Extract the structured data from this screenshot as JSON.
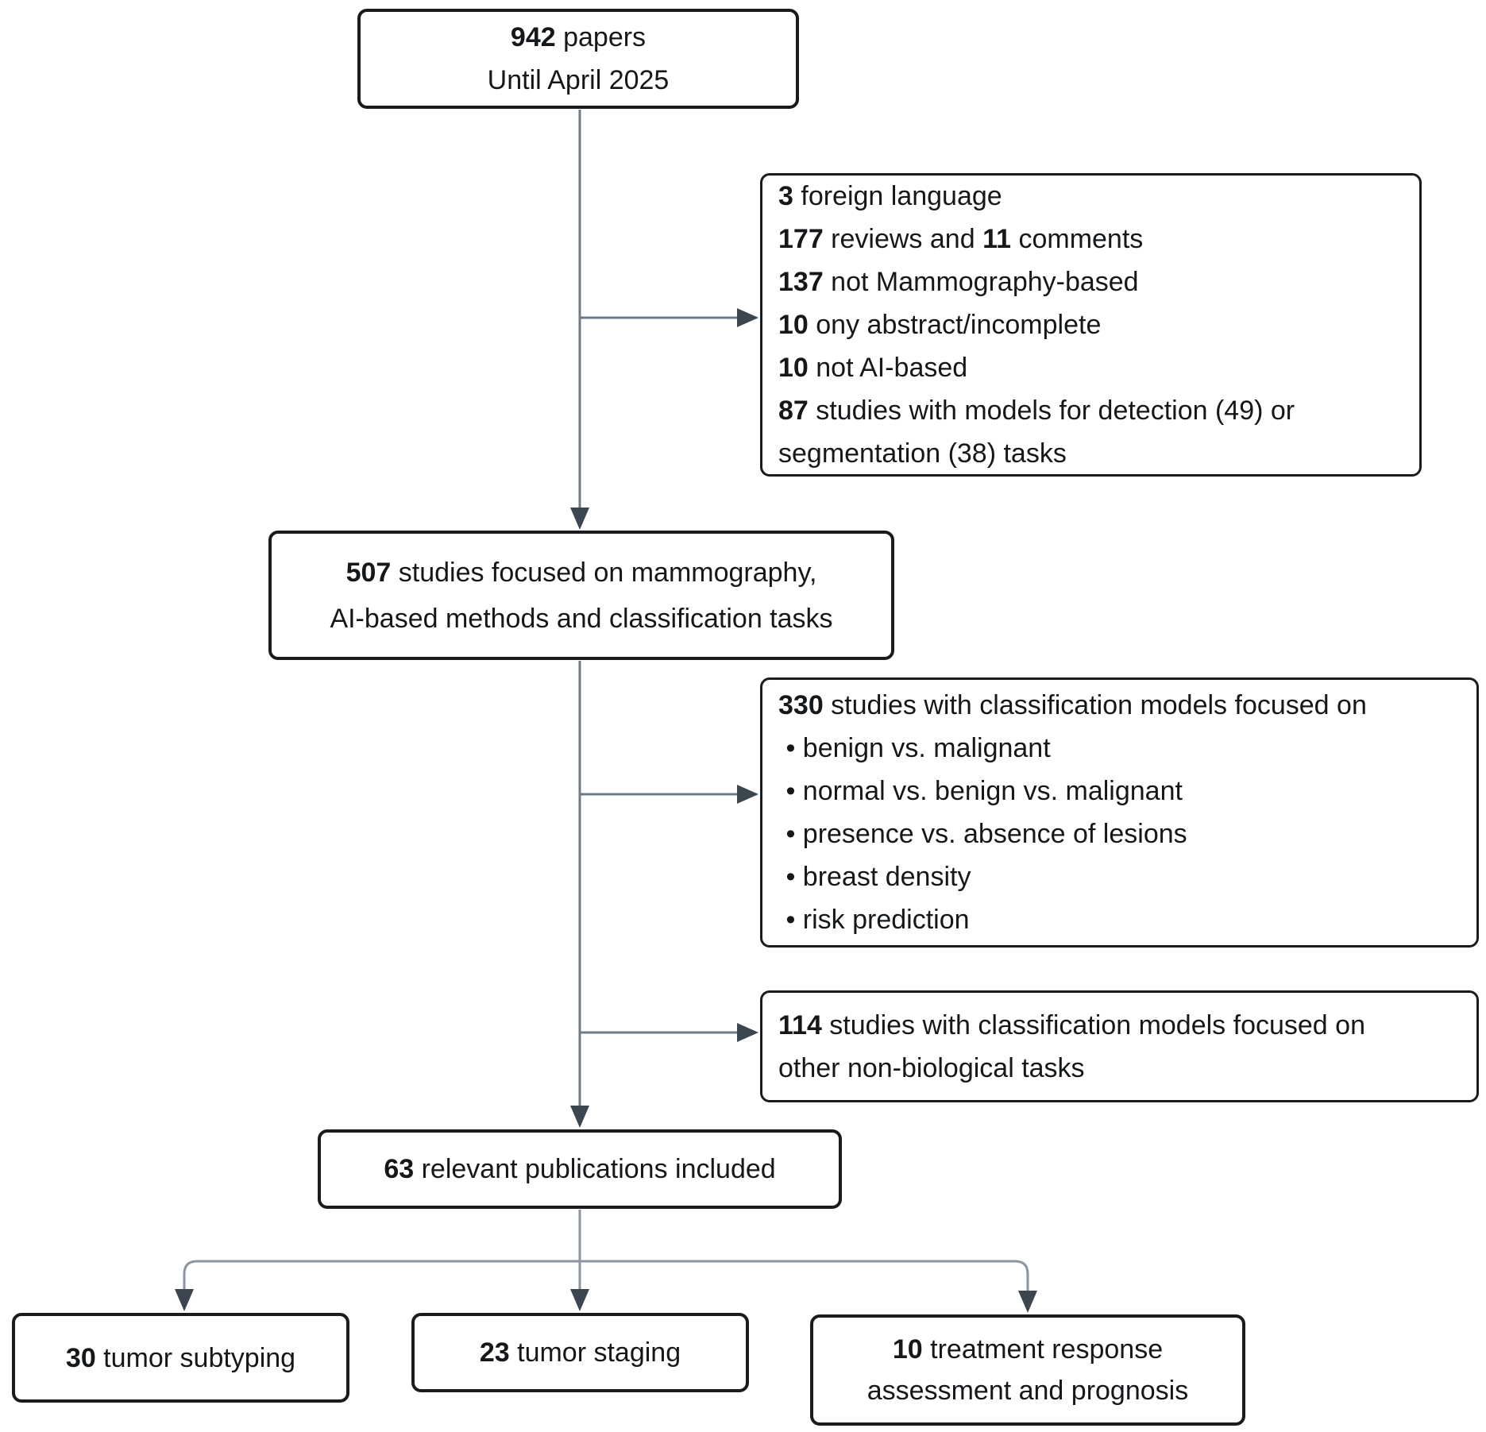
{
  "colors": {
    "box_border": "#191b1e",
    "text": "#15181b",
    "connector_line": "#6f7b87",
    "arrowhead": "#3b4650",
    "background": "#ffffff"
  },
  "boxes": {
    "papers": {
      "lines": [
        [
          {
            "b": "942"
          },
          {
            "t": " papers"
          }
        ],
        [
          {
            "t": "Until April 2025"
          }
        ]
      ]
    },
    "excluded": {
      "lines": [
        [
          {
            "b": "3"
          },
          {
            "t": " foreign language"
          }
        ],
        [
          {
            "b": "177"
          },
          {
            "t": " reviews and "
          },
          {
            "b": "11"
          },
          {
            "t": " comments"
          }
        ],
        [
          {
            "b": "137"
          },
          {
            "t": " not Mammography-based"
          }
        ],
        [
          {
            "b": "10"
          },
          {
            "t": " ony abstract/incomplete"
          }
        ],
        [
          {
            "b": "10"
          },
          {
            "t": " not AI-based"
          }
        ],
        [
          {
            "b": "87"
          },
          {
            "t": " studies with models for detection (49) or"
          }
        ],
        [
          {
            "t": "segmentation (38) tasks"
          }
        ]
      ]
    },
    "mammo": {
      "lines": [
        [
          {
            "b": "507"
          },
          {
            "t": " studies focused on mammography,"
          }
        ],
        [
          {
            "t": "AI-based methods and classification tasks"
          }
        ]
      ]
    },
    "bio_class": {
      "lines": [
        [
          {
            "b": "330"
          },
          {
            "t": " studies with classification models focused on"
          }
        ],
        [
          {
            "t": " • benign vs. malignant"
          }
        ],
        [
          {
            "t": " • normal vs. benign vs. malignant"
          }
        ],
        [
          {
            "t": " • presence vs. absence of lesions"
          }
        ],
        [
          {
            "t": " • breast density"
          }
        ],
        [
          {
            "t": " • risk prediction"
          }
        ]
      ]
    },
    "nonbio": {
      "lines": [
        [
          {
            "b": "114"
          },
          {
            "t": " studies with classification models focused on"
          }
        ],
        [
          {
            "t": "other non-biological tasks"
          }
        ]
      ]
    },
    "included": {
      "lines": [
        [
          {
            "b": "63"
          },
          {
            "t": " relevant publications included"
          }
        ]
      ]
    },
    "subtyping": {
      "lines": [
        [
          {
            "b": "30"
          },
          {
            "t": " tumor subtyping"
          }
        ]
      ]
    },
    "staging": {
      "lines": [
        [
          {
            "b": "23"
          },
          {
            "t": " tumor staging"
          }
        ]
      ]
    },
    "treatment": {
      "lines": [
        [
          {
            "b": "10"
          },
          {
            "t": " treatment response"
          }
        ],
        [
          {
            "t": "assessment and prognosis"
          }
        ]
      ]
    }
  }
}
